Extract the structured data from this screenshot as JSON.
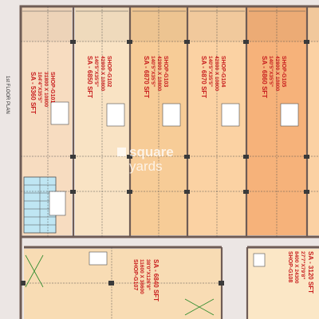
{
  "colors": {
    "wall": "#6f5c55",
    "grid": "#4e4e4e",
    "label": "#c81e1e",
    "corridor": "#ece6e4",
    "stair": "#bfe6f3",
    "shop_fills": [
      "#f7dcc0",
      "#f9e3c4",
      "#f7cc97",
      "#fbd2a3",
      "#f6b27a",
      "#fbd1a3",
      "#f8dcb4",
      "#fbe7c6"
    ]
  },
  "floor": {
    "side_label": "1st FLOOR PLAN"
  },
  "watermark": {
    "line1": "square",
    "line2": "yards"
  },
  "shops": [
    {
      "name": "SHOP-G101",
      "dims": "31800 X 10800",
      "dims_ft": "104'4\"X35'5\"",
      "area": "SA - 5360 SFT"
    },
    {
      "name": "SHOP-G102",
      "dims": "42800 X 10800",
      "dims_ft": "140'5\"X35'5\"",
      "area": "SA - 6850 SFT"
    },
    {
      "name": "SHOP-G103",
      "dims": "42800 X 10800",
      "dims_ft": "140'5\"X35'5\"",
      "area": "SA - 6870 SFT"
    },
    {
      "name": "SHOP-G104",
      "dims": "42800 X 10800",
      "dims_ft": "140'5\"X35'5\"",
      "area": "SA - 6870 SFT"
    },
    {
      "name": "SHOP-G105",
      "dims": "42800 X 10800",
      "dims_ft": "140'5\"X35'5\"",
      "area": "SA - 6860 SFT"
    },
    {
      "name": "SHOP-G107",
      "dims": "11600 X 38600",
      "dims_ft": "38'0\"X126'8\"",
      "area": "SA - 6840 SFT"
    },
    {
      "name": "SHOP-G108",
      "dims": "8400 X 24300",
      "dims_ft": "27'7\"X79'8\"",
      "area": "SA - 3120 SFT"
    }
  ]
}
